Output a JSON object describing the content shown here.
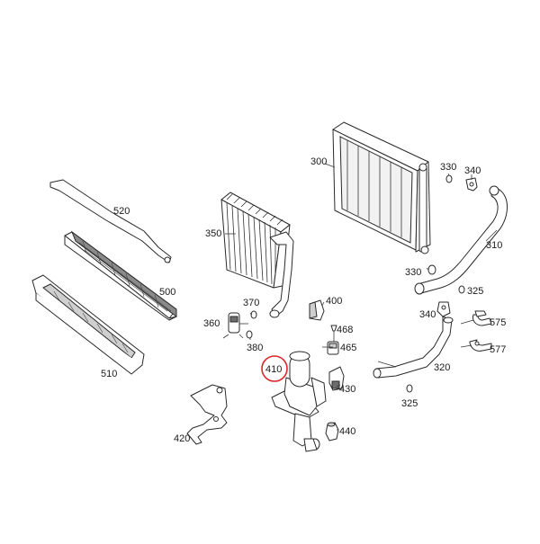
{
  "callouts": {
    "c300": "300",
    "c310": "310",
    "c320": "320",
    "c325a": "325",
    "c325b": "325",
    "c330a": "330",
    "c330b": "330",
    "c340a": "340",
    "c340b": "340",
    "c350": "350",
    "c360": "360",
    "c370": "370",
    "c380": "380",
    "c400": "400",
    "c410": "410",
    "c420": "420",
    "c430": "430",
    "c440": "440",
    "c465": "465",
    "c468": "468",
    "c500": "500",
    "c510": "510",
    "c520": "520",
    "c575": "575",
    "c577": "577"
  },
  "highlight": {
    "part": "410",
    "color": "#d9262b"
  },
  "colors": {
    "line": "#2a2a2a",
    "shade": "#cfcfcf",
    "dark": "#6e6e6e"
  }
}
